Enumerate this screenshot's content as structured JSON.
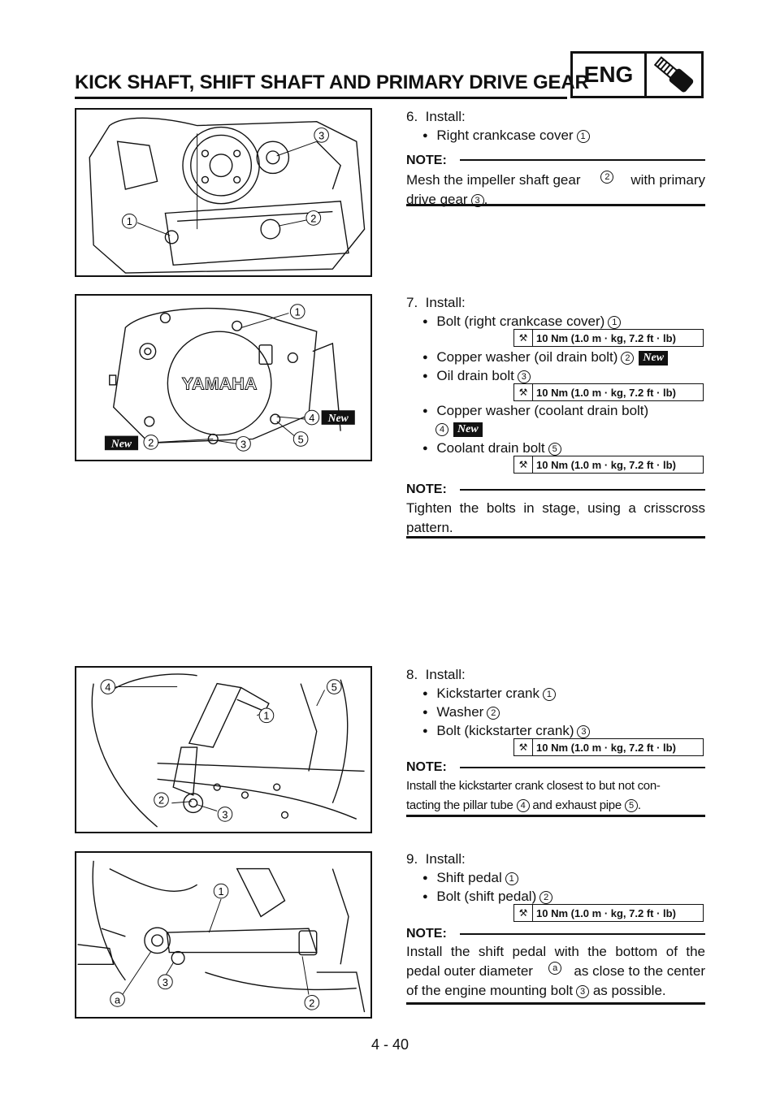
{
  "header": {
    "title": "KICK SHAFT, SHIFT SHAFT AND PRIMARY DRIVE GEAR",
    "section_label": "ENG"
  },
  "labels": {
    "note": "NOTE:",
    "new": "New",
    "install": "Install:"
  },
  "step6": {
    "number": "6.",
    "items": [
      {
        "text": "Right crankcase cover",
        "ref": "1"
      }
    ],
    "note_parts": [
      "Mesh the impeller shaft gear",
      "2",
      "with primary",
      "drive gear",
      "3",
      "."
    ],
    "figure_callouts": [
      "1",
      "2",
      "3"
    ]
  },
  "step7": {
    "number": "7.",
    "items": [
      {
        "text": "Bolt (right crankcase cover)",
        "ref": "1",
        "torque": "10 Nm (1.0 m · kg, 7.2 ft · lb)"
      },
      {
        "text": "Copper washer (oil drain bolt)",
        "ref": "2"
      },
      {
        "text": "Oil drain bolt",
        "ref": "3",
        "torque": "10 Nm (1.0 m · kg, 7.2 ft · lb)"
      },
      {
        "text": "Copper washer (coolant drain bolt)",
        "ref": "4"
      },
      {
        "text": "Coolant drain bolt",
        "ref": "5",
        "torque": "10 Nm (1.0 m · kg, 7.2 ft · lb)"
      }
    ],
    "note": "Tighten the bolts in stage, using a crisscross pattern.",
    "figure_text": "YAMAHA",
    "figure_callouts": [
      "1",
      "2",
      "3",
      "4",
      "5"
    ]
  },
  "step8": {
    "number": "8.",
    "items": [
      {
        "text": "Kickstarter crank",
        "ref": "1"
      },
      {
        "text": "Washer",
        "ref": "2"
      },
      {
        "text": "Bolt (kickstarter crank)",
        "ref": "3",
        "torque": "10 Nm (1.0 m · kg, 7.2 ft · lb)"
      }
    ],
    "note_parts": [
      "Install the kickstarter crank closest to but not con-",
      "tacting the pillar tube",
      "4",
      "and exhaust pipe",
      "5",
      "."
    ],
    "figure_callouts": [
      "1",
      "2",
      "3",
      "4",
      "5"
    ]
  },
  "step9": {
    "number": "9.",
    "items": [
      {
        "text": "Shift pedal",
        "ref": "1"
      },
      {
        "text": "Bolt (shift pedal)",
        "ref": "2",
        "torque": "10 Nm (1.0 m · kg, 7.2 ft · lb)"
      }
    ],
    "note_parts": [
      "Install the shift pedal with the bottom of the",
      "pedal outer diameter",
      "a",
      "as close to the center",
      "of the engine mounting bolt",
      "3",
      "as possible."
    ],
    "figure_callouts": [
      "1",
      "2",
      "3",
      "a"
    ]
  },
  "footer": {
    "page": "4 - 40"
  }
}
